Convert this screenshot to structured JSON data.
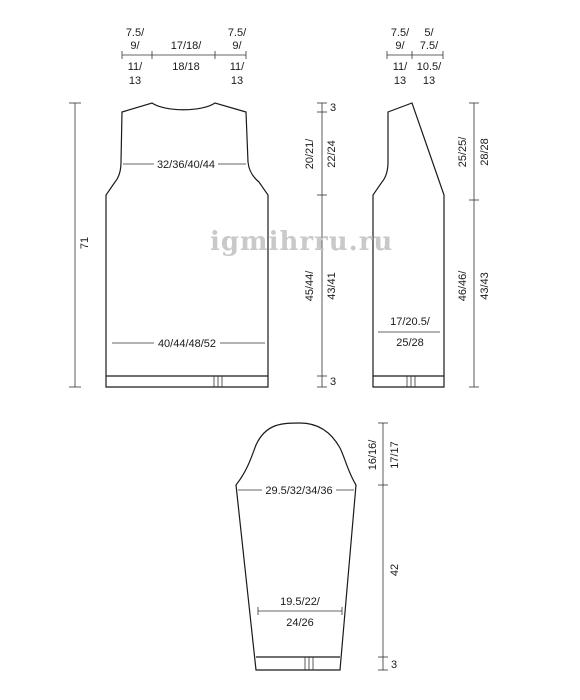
{
  "watermark": "igmihrru.ru",
  "back": {
    "top_left_a": "7.5/",
    "top_left_b": "9/",
    "top_left_c": "11/",
    "top_left_d": "13",
    "top_mid_a": "17/18/",
    "top_mid_c": "18/18",
    "top_right_a": "7.5/",
    "top_right_b": "9/",
    "top_right_c": "11/",
    "top_right_d": "13",
    "chest_width": "32/36/40/44",
    "hem_width": "40/44/48/52",
    "total_height": "71",
    "armhole_a": "20/21/",
    "armhole_b": "22/24",
    "body_a": "45/44/",
    "body_b": "43/41",
    "shoulder_slope": "3",
    "rib": "3"
  },
  "front": {
    "top_left_a": "7.5/",
    "top_left_b": "9/",
    "top_left_c": "11/",
    "top_left_d": "13",
    "top_right_a": "5/",
    "top_right_b": "7.5/",
    "top_right_c": "10.5/",
    "top_right_d": "13",
    "hem_a": "17/20.5/",
    "hem_b": "25/28",
    "neck_a": "25/25/",
    "neck_b": "28/28",
    "body_a": "46/46/",
    "body_b": "43/43"
  },
  "sleeve": {
    "upper_width": "29.5/32/34/36",
    "cuff_a": "19.5/22/",
    "cuff_b": "24/26",
    "cap_a": "16/16/",
    "cap_b": "17/17",
    "length": "42",
    "rib": "3"
  }
}
